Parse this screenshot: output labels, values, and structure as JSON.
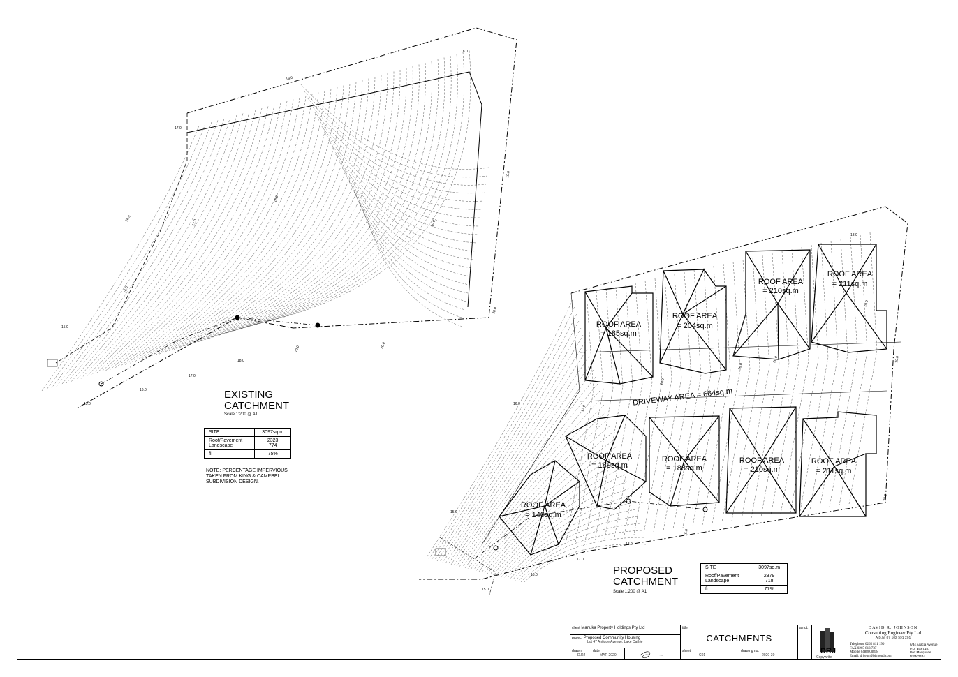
{
  "existing": {
    "title_line1": "EXISTING",
    "title_line2": "CATCHMENT",
    "scale": "Scale 1:200 @ A1",
    "table": {
      "site_label": "SITE",
      "site_value": "3097sq.m",
      "roof_label": "Roof/Pavement",
      "roof_value": "2323",
      "land_label": "Landscape",
      "land_value": "774",
      "fi_label": "fi",
      "fi_value": "75%"
    },
    "note_line1": "NOTE: PERCENTAGE IMPERVIOUS",
    "note_line2": "TAKEN FROM KING & CAMPBELL",
    "note_line3": "SUBDIVISION DESIGN.",
    "contours": [
      "18.0",
      "17.0",
      "16.0",
      "15.0",
      "16.0",
      "17.0",
      "18.0",
      "19.0",
      "20.0",
      "19.0",
      "18.0",
      "17.0",
      "16.0",
      "15.0",
      "18.0",
      "19.0",
      "20.0"
    ]
  },
  "proposed": {
    "title_line1": "PROPOSED",
    "title_line2": "CATCHMENT",
    "scale": "Scale 1:200 @ A1",
    "table": {
      "site_label": "SITE",
      "site_value": "3097sq.m",
      "roof_label": "Roof/Pavement",
      "roof_value": "2379",
      "land_label": "Landscape",
      "land_value": "718",
      "fi_label": "fi",
      "fi_value": "77%"
    },
    "driveway": "DRIVEWAY AREA = 664sq.m",
    "roofs": [
      {
        "l1": "ROOF AREA",
        "l2": "= 185sq.m"
      },
      {
        "l1": "ROOF AREA",
        "l2": "= 204sq.m"
      },
      {
        "l1": "ROOF AREA",
        "l2": "= 210sq.m"
      },
      {
        "l1": "ROOF AREA",
        "l2": "= 211sq.m"
      },
      {
        "l1": "ROOF AREA",
        "l2": "= 140sq.m"
      },
      {
        "l1": "ROOF AREA",
        "l2": "= 189sq.m"
      },
      {
        "l1": "ROOF AREA",
        "l2": "= 188sq.m"
      },
      {
        "l1": "ROOF AREA",
        "l2": "= 210sq.m"
      },
      {
        "l1": "ROOF AREA",
        "l2": "= 211sq.m"
      }
    ],
    "contours": [
      "18.0",
      "19.0",
      "20.0",
      "15.0",
      "16.0",
      "17.0",
      "18.0",
      "19.0",
      "20.0",
      "16.0",
      "15.0",
      "20.0",
      "17.0",
      "18.0",
      "15.0"
    ]
  },
  "titleblock": {
    "client_label": "client",
    "client": "Manuka Property Holdings Pty Ltd",
    "project_label": "project",
    "project": "Proposed Community Housing",
    "project_addr": "Lot 47 Antique Avenue, Lake Cathie",
    "drawn_label": "drawn",
    "drawn": "D.RJ",
    "date_label": "date",
    "date": "MAR 2020",
    "title_label": "title",
    "title": "CATCHMENTS",
    "sheet_label": "sheet",
    "sheet": "C01",
    "drawing_label": "drawing no.",
    "drawing": "2020-30",
    "amdt_label": "amdt.",
    "logo": "DRJ",
    "copyright": "Copywrite",
    "company1": "DAVID R. JOHNSON",
    "company2": "Consulting Engineer Pty Ltd",
    "abn": "A.B.N. 87 102 591 201",
    "tel": "Telephone 0265 811 190",
    "fax": "FAX 0265 813 737",
    "mobile": "Mobile 0488000858",
    "email": "Email: drj.eng@bigpond.com",
    "addr1": "6/34 Acacia Avenue",
    "addr2": "P.O. Box 510,",
    "addr3": "Port Macquarie",
    "addr4": "NSW 2444"
  }
}
